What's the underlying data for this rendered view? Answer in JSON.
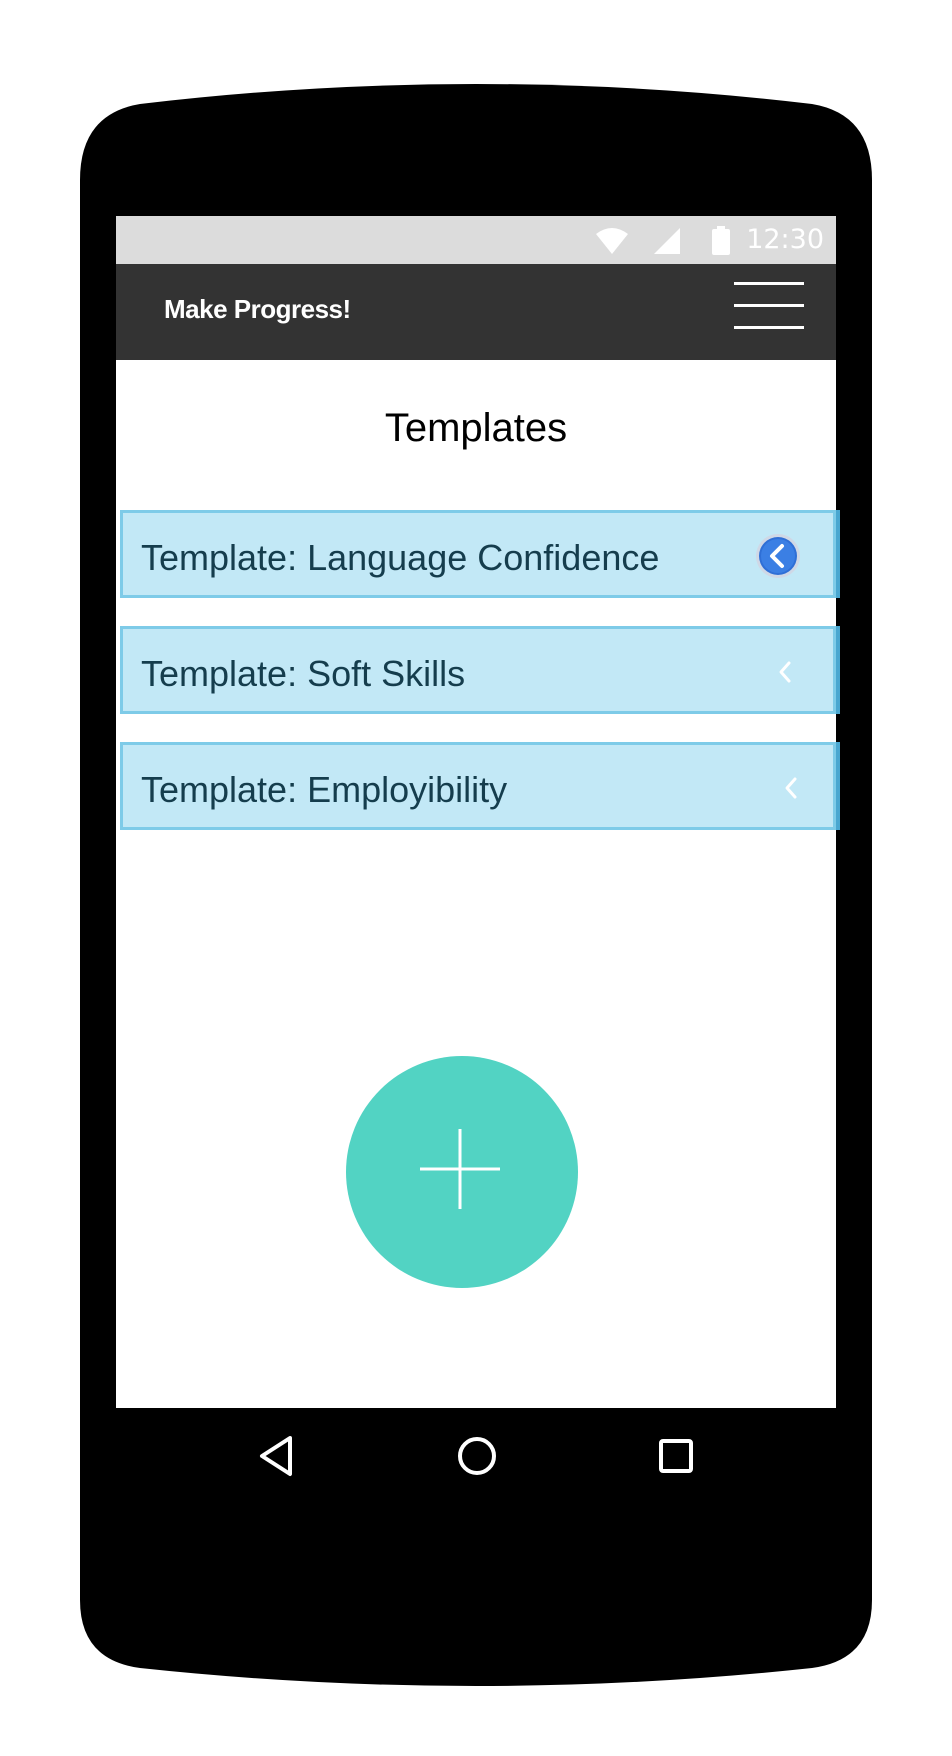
{
  "status_bar": {
    "time": "12:30",
    "icons": [
      "wifi-icon",
      "signal-icon",
      "battery-icon"
    ]
  },
  "app_bar": {
    "title": "Make Progress!",
    "menu_icon": "hamburger-menu-icon"
  },
  "main": {
    "title": "Templates",
    "templates": [
      {
        "label": "Template: Language Confidence",
        "icon": "chevron-left-circle-icon"
      },
      {
        "label": "Template: Soft Skills",
        "icon": "chevron-left-icon"
      },
      {
        "label": "Template: Employibility",
        "icon": "chevron-left-icon"
      }
    ],
    "fab_icon": "plus-icon"
  },
  "nav_bar": {
    "icons": [
      "back-icon",
      "home-icon",
      "recents-icon"
    ]
  },
  "colors": {
    "app_bar": "#333333",
    "status_bar": "#dcdcdc",
    "row_fill": "#c2e8f6",
    "row_border": "#7ecbe8",
    "fab": "#52d3c3",
    "row_text": "#153d4d"
  }
}
